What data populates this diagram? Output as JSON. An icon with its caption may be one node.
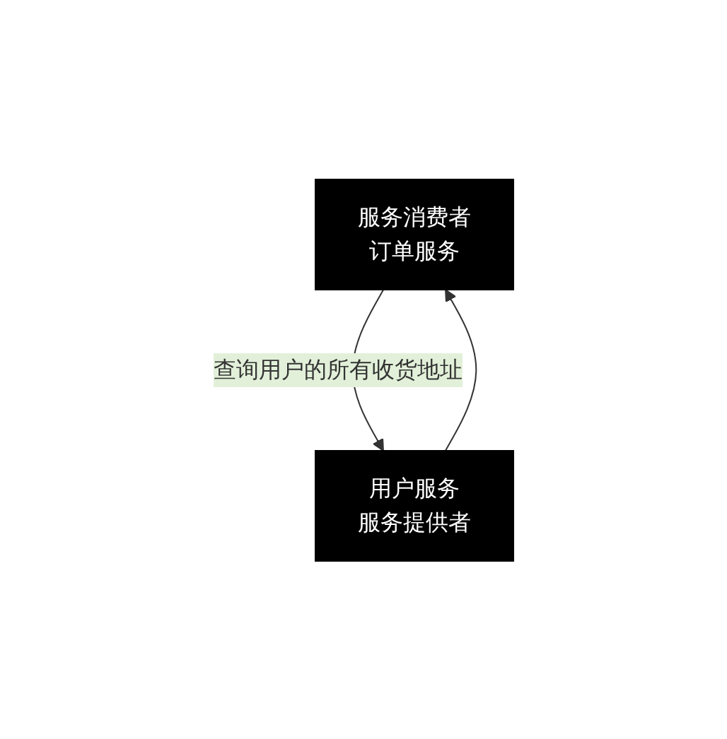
{
  "diagram": {
    "nodes": [
      {
        "text": [
          "服务消费者",
          "订单服务"
        ]
      },
      {
        "text": [
          "用户服务",
          "服务提供者"
        ]
      }
    ],
    "edges": [
      {
        "from": 0,
        "to": 1,
        "arrow": "to",
        "label": "查询用户的所有收货地址"
      },
      {
        "from": 1,
        "to": 0,
        "arrow": "to"
      }
    ]
  }
}
